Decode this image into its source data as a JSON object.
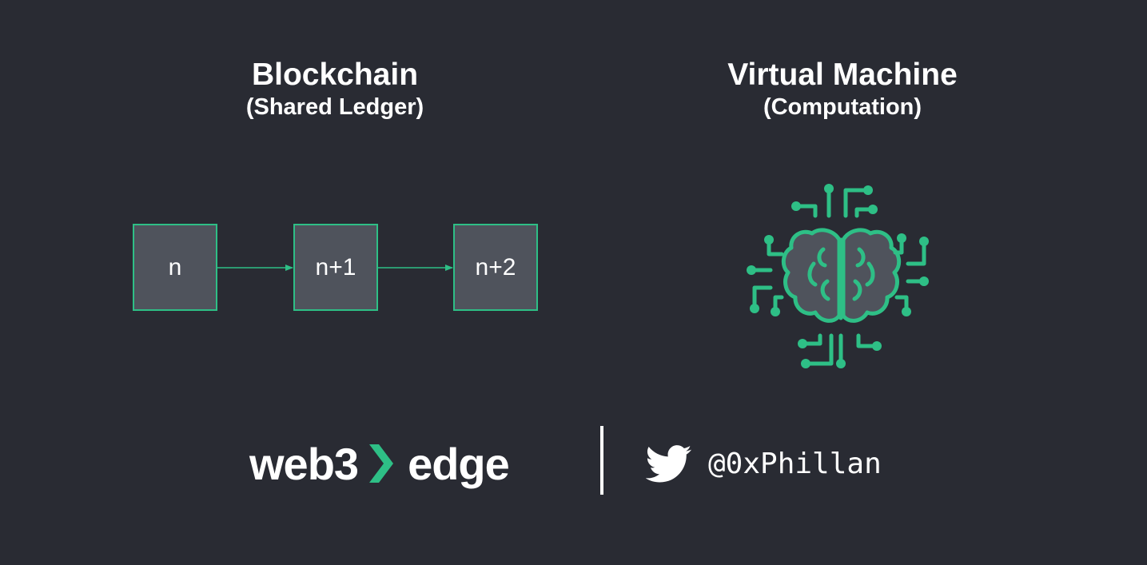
{
  "left_section": {
    "title": "Blockchain",
    "subtitle": "(Shared Ledger)",
    "blocks": [
      "n",
      "n+1",
      "n+2"
    ]
  },
  "right_section": {
    "title": "Virtual Machine",
    "subtitle": "(Computation)",
    "icon": "brain-circuit-icon"
  },
  "footer": {
    "brand_left": "web3",
    "brand_right": "edge",
    "brand_icon": "chevron-right-icon",
    "social_icon": "twitter-bird-icon",
    "handle": "@0xPhillan"
  },
  "colors": {
    "background": "#292b33",
    "accent": "#2ebf86",
    "block_fill": "#4f535c",
    "text": "#ffffff"
  }
}
